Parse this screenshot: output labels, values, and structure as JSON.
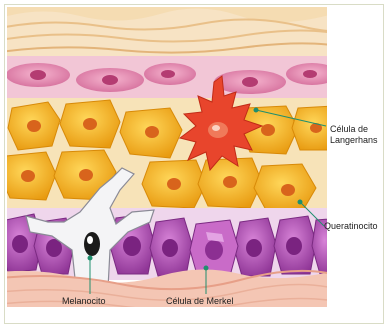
{
  "labels": {
    "langerhans_line1": "Célula de",
    "langerhans_line2": "Langerhans",
    "queratinocito": "Queratinocito",
    "melanocito": "Melanocito",
    "merkel": "Célula de Merkel"
  },
  "colors": {
    "leader_line": "#1f8f6e",
    "stratum_corneum": "#f2d2a6",
    "flat_cell": "#e58fb2",
    "keratinocyte": "#f3b21e",
    "langerhans": "#e8452c",
    "melanocyte": "#f4f4f6",
    "basal_cell": "#b64fb5",
    "dermis": "#f4c6b4"
  }
}
